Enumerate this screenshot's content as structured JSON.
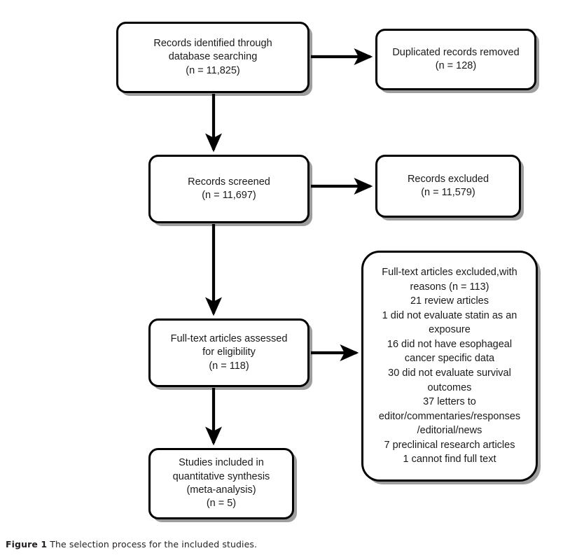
{
  "figure": {
    "caption_label": "Figure 1",
    "caption_text": "The selection process for the included studies."
  },
  "diagram": {
    "type": "prisma-flow-diagram",
    "nodes": {
      "identified": {
        "text": "Records identified through\ndatabase searching\n(n = 11,825)",
        "count": 11825
      },
      "duplicates_removed": {
        "text": "Duplicated records removed\n(n = 128)",
        "count": 128
      },
      "screened": {
        "text": "Records screened\n(n = 11,697)",
        "count": 11697
      },
      "records_excluded": {
        "text": "Records excluded\n(n = 11,579)",
        "count": 11579
      },
      "fulltext_assessed": {
        "text": "Full-text articles assessed\nfor eligibility\n(n = 118)",
        "count": 118
      },
      "fulltext_excluded": {
        "text": "Full-text articles excluded,with\nreasons (n = 113)\n21 review articles\n1 did not evaluate statin as an\nexposure\n16 did not have esophageal\ncancer specific data\n30 did not evaluate survival\noutcomes\n37 letters to\neditor/commentaries/responses\n/editorial/news\n7 preclinical research articles\n1 cannot find full text",
        "count": 113,
        "reasons": [
          {
            "n": 21,
            "label": "review articles"
          },
          {
            "n": 1,
            "label": "did not evaluate statin as an exposure"
          },
          {
            "n": 16,
            "label": "did not have esophageal cancer specific data"
          },
          {
            "n": 30,
            "label": "did not evaluate survival outcomes"
          },
          {
            "n": 37,
            "label": "letters to editor/commentaries/responses/editorial/news"
          },
          {
            "n": 7,
            "label": "preclinical research articles"
          },
          {
            "n": 1,
            "label": "cannot find full text"
          }
        ]
      },
      "included": {
        "text": "Studies included in\nquantitative synthesis\n(meta-analysis)\n(n = 5)",
        "count": 5
      }
    },
    "connectors": [
      {
        "name": "identified-to-duplicates",
        "direction": "right"
      },
      {
        "name": "identified-to-screened",
        "direction": "down"
      },
      {
        "name": "screened-to-records-excluded",
        "direction": "right"
      },
      {
        "name": "screened-to-fulltext",
        "direction": "down"
      },
      {
        "name": "fulltext-to-reasons",
        "direction": "right"
      },
      {
        "name": "fulltext-to-included",
        "direction": "down"
      }
    ],
    "colors": {
      "box_border": "#000000",
      "box_fill": "#ffffff",
      "connector": "#000000",
      "text": "#1a1a1a",
      "caption": "#231f20"
    }
  }
}
